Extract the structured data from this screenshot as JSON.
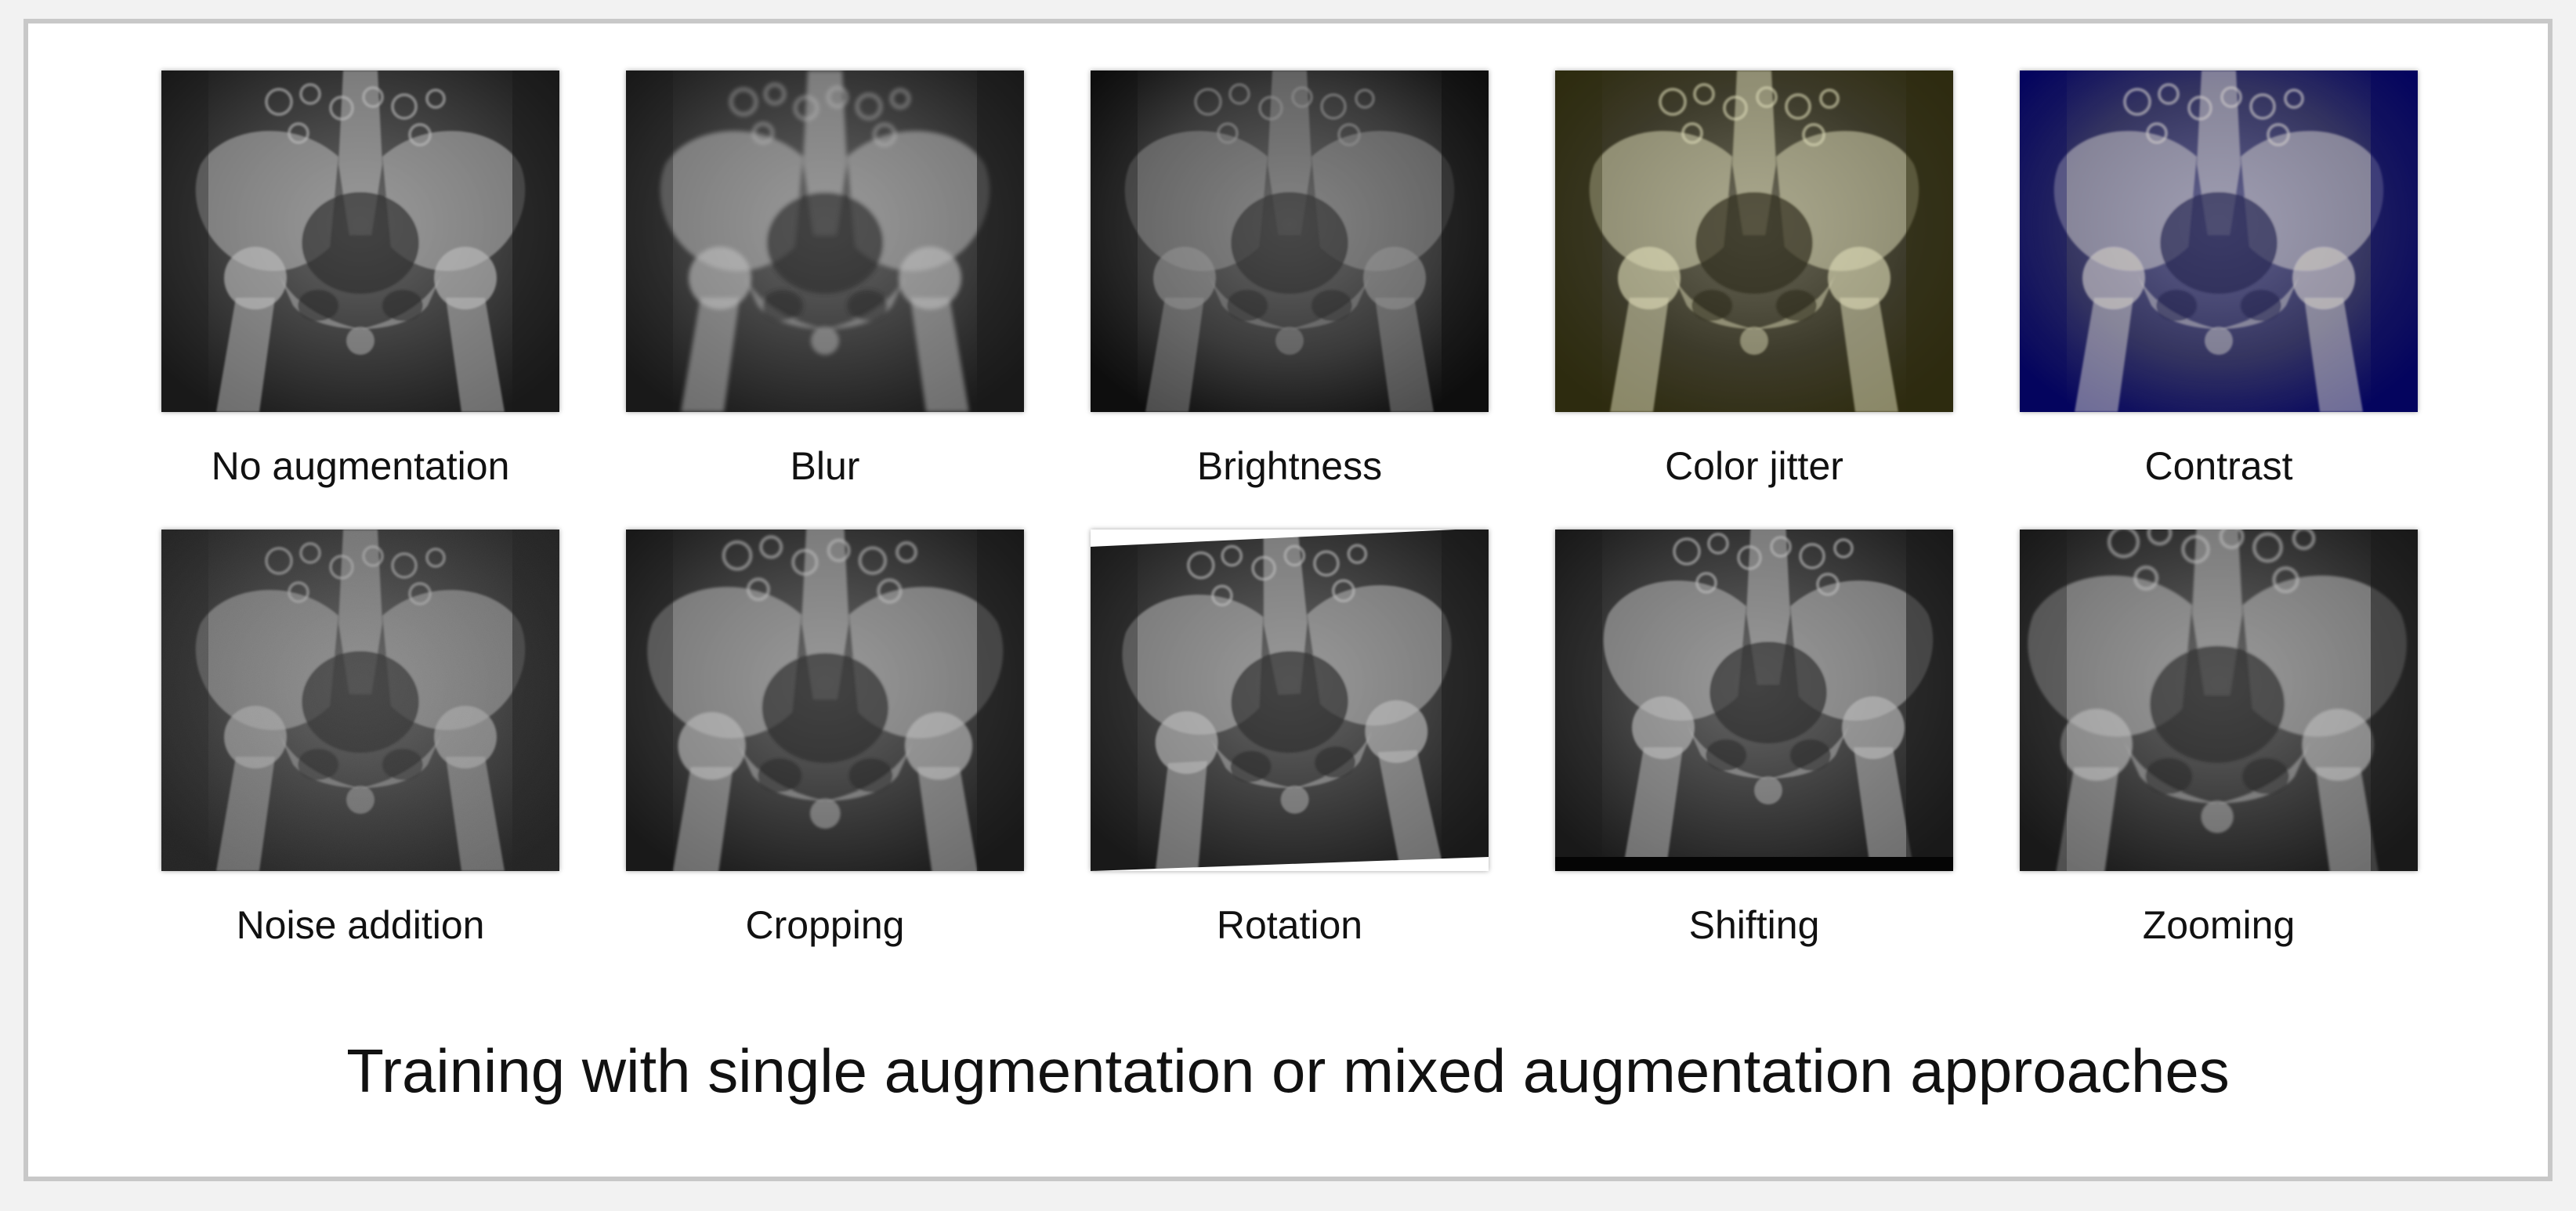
{
  "panels": [
    {
      "label": "No augmentation",
      "variant": "none",
      "tint": ""
    },
    {
      "label": "Blur",
      "variant": "blur",
      "tint": ""
    },
    {
      "label": "Brightness",
      "variant": "dark",
      "tint": ""
    },
    {
      "label": "Color jitter",
      "variant": "jitter",
      "tint": "#6f6a3a"
    },
    {
      "label": "Contrast",
      "variant": "contrast",
      "tint": "#0a0a6a"
    },
    {
      "label": "Noise addition",
      "variant": "noise",
      "tint": ""
    },
    {
      "label": "Cropping",
      "variant": "crop",
      "tint": ""
    },
    {
      "label": "Rotation",
      "variant": "rotate",
      "tint": ""
    },
    {
      "label": "Shifting",
      "variant": "shift",
      "tint": ""
    },
    {
      "label": "Zooming",
      "variant": "zoom",
      "tint": ""
    }
  ],
  "title": "Training with single augmentation or mixed augmentation approaches"
}
